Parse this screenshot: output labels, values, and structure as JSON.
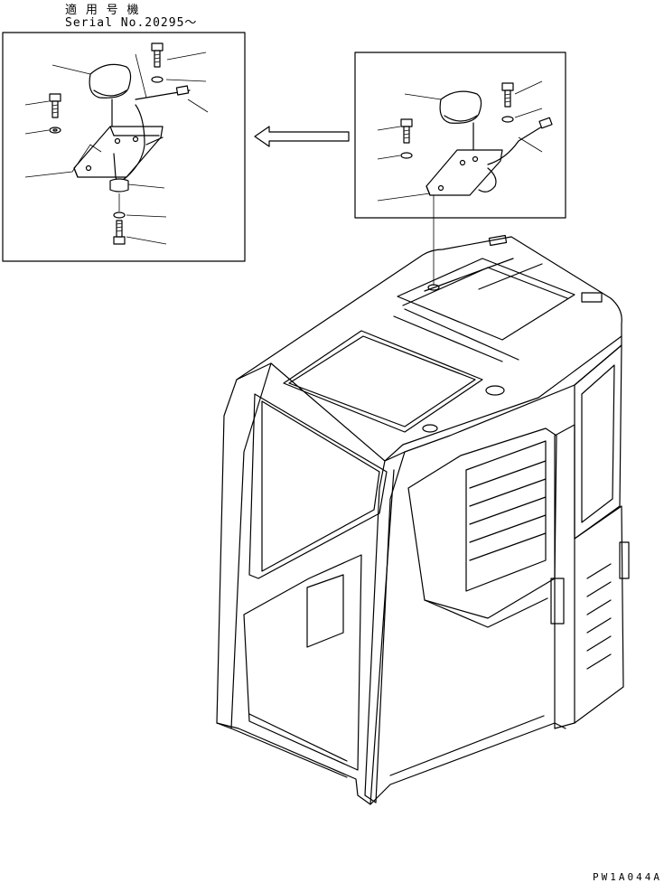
{
  "header": {
    "applicability": "適 用 号 機",
    "serial": "Serial No.20295～"
  },
  "drawing_code": "PW1A044A",
  "parts": {
    "detail_left": [
      "antenna-cover",
      "bolt",
      "washer",
      "bracket",
      "harness",
      "clamp",
      "washer",
      "bolt",
      "bolt",
      "washer",
      "connector",
      "wire"
    ],
    "detail_right": [
      "antenna-cover",
      "bolt",
      "washer",
      "bracket",
      "bolt",
      "washer",
      "connector",
      "wire"
    ]
  }
}
